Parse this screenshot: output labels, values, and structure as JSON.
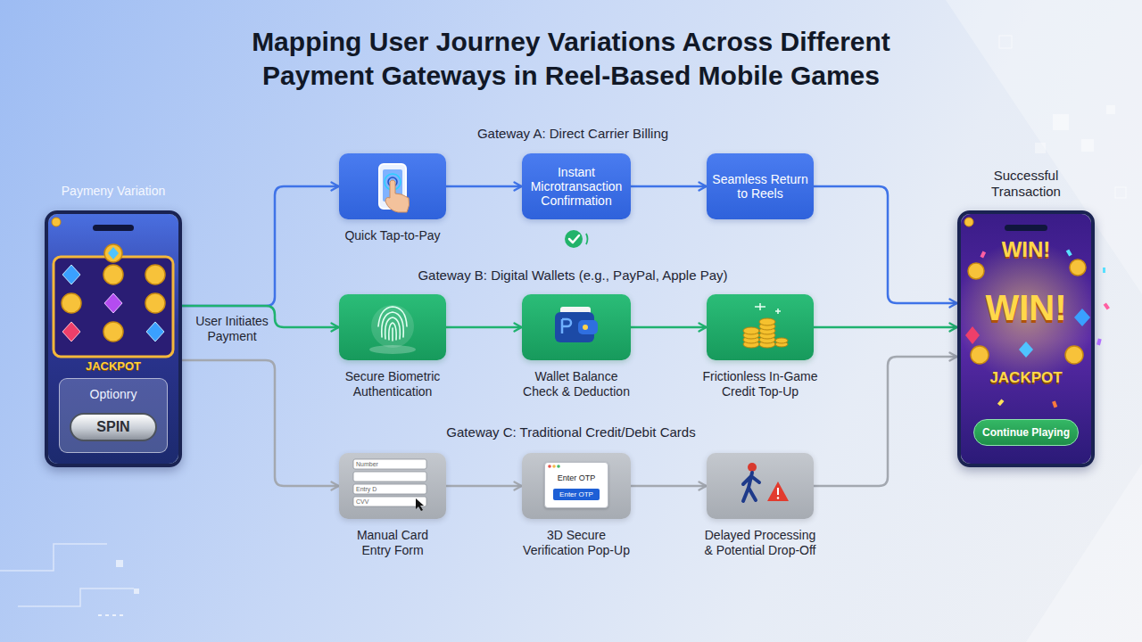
{
  "diagram": {
    "title": "Mapping User Journey Variations Across Different Payment Gateways in Reel-Based Mobile Games",
    "nodes": [
      {
        "text": [
          "Paymeny Variation"
        ]
      },
      {
        "text": [
          "Optionry"
        ],
        "in": 0
      },
      {
        "text": [
          "SPIN"
        ],
        "in": 1
      },
      {
        "text": [
          "Quick Tap-to-Pay"
        ]
      },
      {
        "text": [
          "Instant Microtransaction Confirmation"
        ]
      },
      {
        "text": [
          "Seamless Return to Reels"
        ]
      },
      {
        "text": [
          "Secure Biometric Authentication"
        ]
      },
      {
        "text": [
          "Wallet Balance Check & Deduction"
        ]
      },
      {
        "text": [
          "Frictionless In-Game Credit Top-Up"
        ]
      },
      {
        "text": [
          "Manual Card Entry Form"
        ]
      },
      {
        "text": [
          "3D Secure Verification Pop-Up"
        ]
      },
      {
        "text": [
          "Enter OTP",
          "Enter OTP"
        ],
        "in": 10
      },
      {
        "text": [
          "Delayed Processing & Potential Drop-Off"
        ]
      },
      {
        "text": [
          "Successful Transaction"
        ]
      },
      {
        "text": [
          "Continue Playing"
        ],
        "in": 13
      }
    ],
    "edges": [
      {
        "from": 0,
        "to": 3,
        "arrow": "to"
      },
      {
        "from": 3,
        "to": 4,
        "arrow": "to"
      },
      {
        "from": 4,
        "to": 5,
        "arrow": "to"
      },
      {
        "from": 5,
        "to": 13,
        "arrow": "to"
      },
      {
        "from": 0,
        "to": 6,
        "arrow": "to"
      },
      {
        "from": 6,
        "to": 7,
        "arrow": "to"
      },
      {
        "from": 7,
        "to": 8,
        "arrow": "to"
      },
      {
        "from": 8,
        "to": 13,
        "arrow": "to"
      },
      {
        "from": 0,
        "to": 9,
        "arrow": "to"
      },
      {
        "from": 9,
        "to": 10,
        "arrow": "to"
      },
      {
        "from": 10,
        "to": 12,
        "arrow": "to"
      },
      {
        "from": 12,
        "to": 13,
        "arrow": "to"
      }
    ],
    "labels": [
      "Gateway A: Direct Carrier Billing",
      "Gateway B: Digital Wallets (e.g., PayPal, Apple Pay)",
      "Gateway C: Traditional Credit/Debit Cards",
      "User Initiates Payment",
      "JACKPOT",
      "WIN!",
      "WIN!",
      "JACKPOT",
      "Number",
      "Entry D",
      "CVV"
    ]
  }
}
